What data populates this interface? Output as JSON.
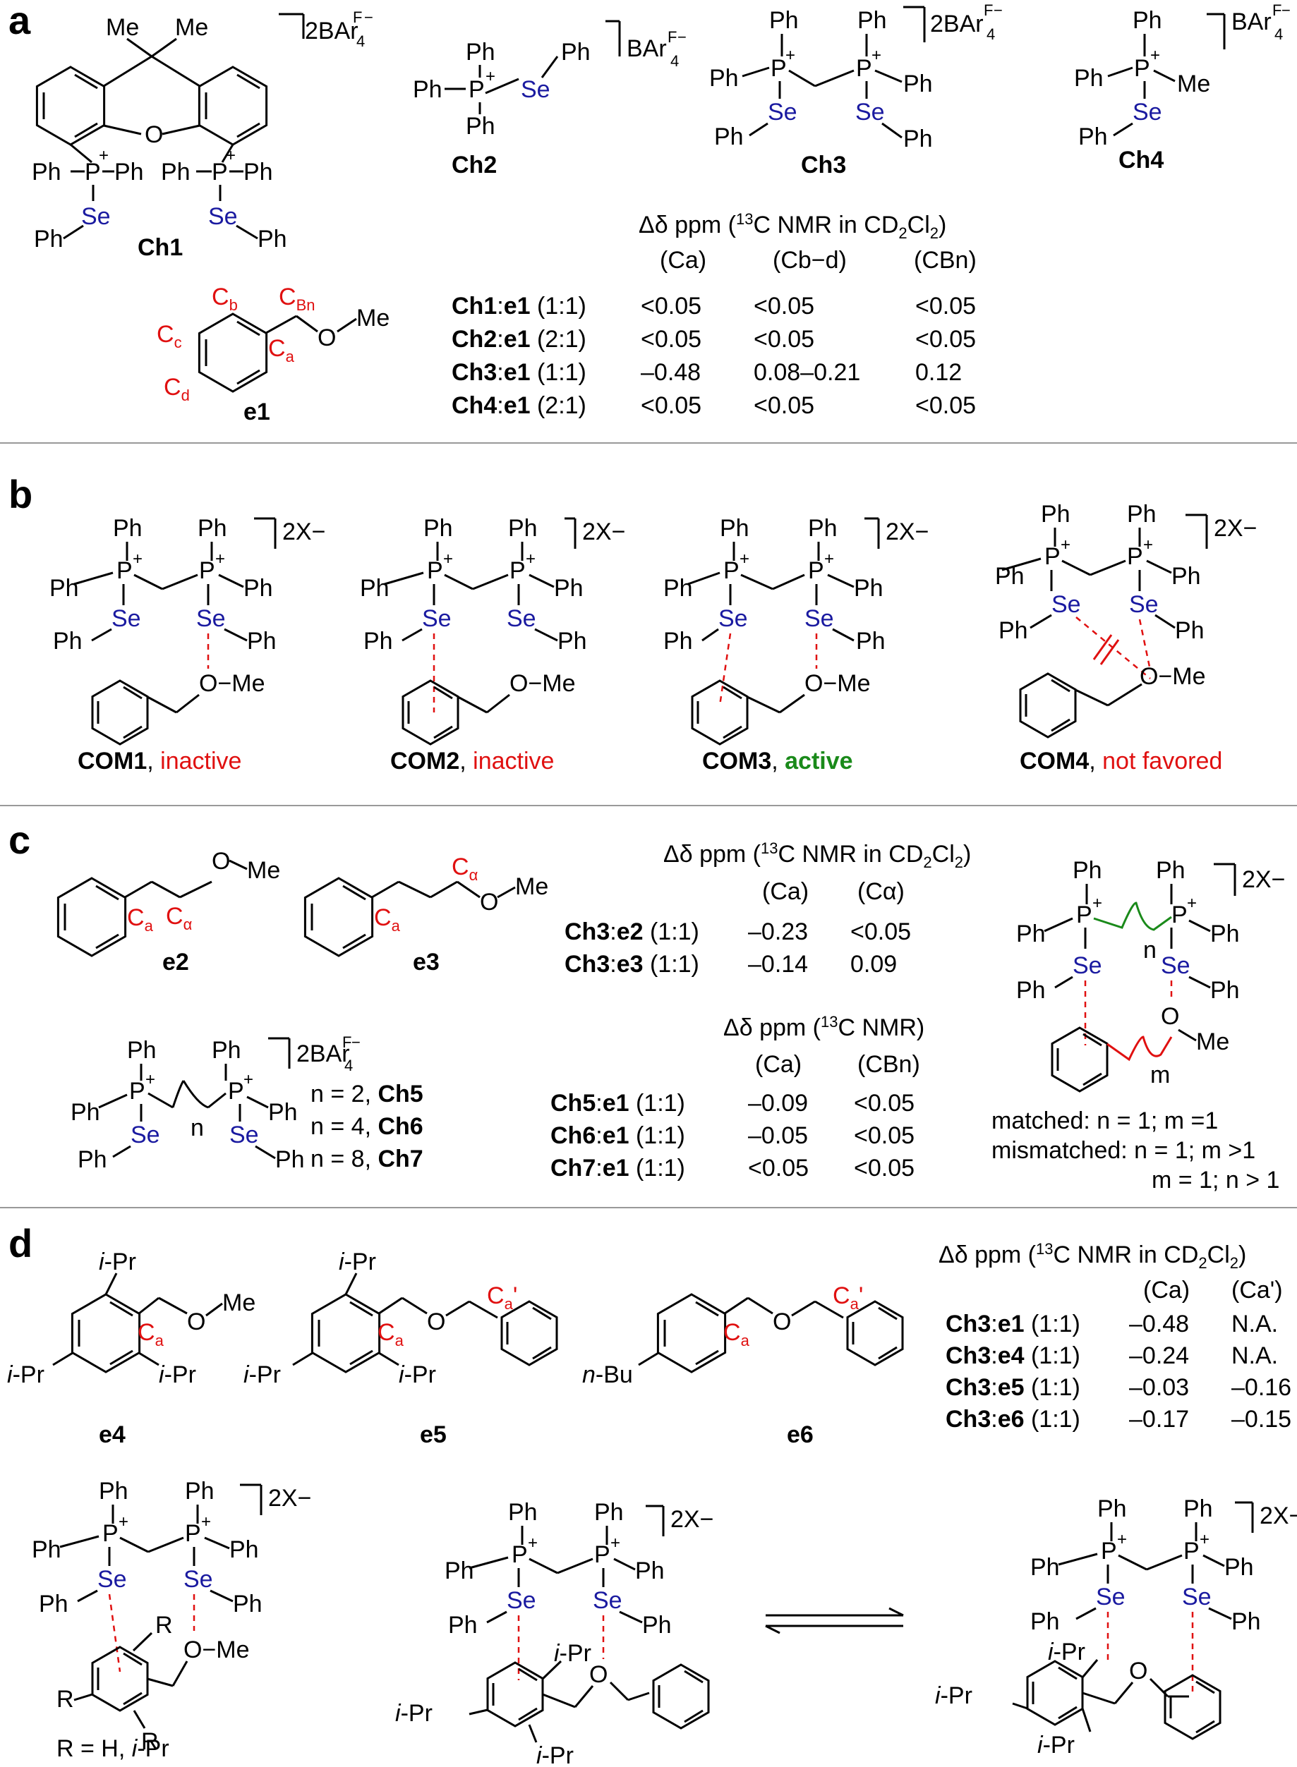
{
  "panels": {
    "a": "a",
    "b": "b",
    "c": "c",
    "d": "d"
  },
  "atoms": {
    "Ph": "Ph",
    "P": "P",
    "Se": "Se",
    "Me": "Me",
    "O": "O",
    "OMe": "O−Me",
    "plus": "+",
    "iPr_i": "i",
    "iPr_rest": "-Pr",
    "nBu_n": "n",
    "nBu_rest": "-Bu",
    "R": "R",
    "n": "n",
    "m": "m",
    "C": "C",
    "sub_b": "b",
    "sub_Bn": "Bn",
    "sub_c": "c",
    "sub_a": "a",
    "sub_d": "d",
    "alpha": "α",
    "prime": "'"
  },
  "counterions": {
    "two_barf": "2BAr",
    "barf": "BAr",
    "F": "F",
    "four": "4",
    "minus": "−",
    "two_x": "2X−"
  },
  "compound_labels": {
    "ch1": "Ch1",
    "ch2": "Ch2",
    "ch3": "Ch3",
    "ch4": "Ch4",
    "e1": "e1",
    "e2": "e2",
    "e3": "e3",
    "e4": "e4",
    "e5": "e5",
    "e6": "e6"
  },
  "table_a": {
    "title_prefix": "Δδ ppm (",
    "title_sup": "13",
    "title_mid": "C NMR in CD",
    "title_sub": "2",
    "title_cl": "Cl",
    "title_end": ")",
    "cols": [
      "(Ca)",
      "(Cb−d)",
      "(CBn)"
    ],
    "rows": [
      {
        "pair_ch": "Ch1",
        "pair_e": "e1",
        "ratio": "(1:1)",
        "ca": "<0.05",
        "cbd": "<0.05",
        "cbn": "<0.05"
      },
      {
        "pair_ch": "Ch2",
        "pair_e": "e1",
        "ratio": "(2:1)",
        "ca": "<0.05",
        "cbd": "<0.05",
        "cbn": "<0.05"
      },
      {
        "pair_ch": "Ch3",
        "pair_e": "e1",
        "ratio": "(1:1)",
        "ca": "–0.48",
        "cbd": "0.08–0.21",
        "cbn": "0.12"
      },
      {
        "pair_ch": "Ch4",
        "pair_e": "e1",
        "ratio": "(2:1)",
        "ca": "<0.05",
        "cbd": "<0.05",
        "cbn": "<0.05"
      }
    ]
  },
  "panel_b": {
    "com": [
      {
        "name": "COM1",
        "sep": ", ",
        "status": "inactive",
        "color": "#e01010"
      },
      {
        "name": "COM2",
        "sep": ", ",
        "status": "inactive",
        "color": "#e01010"
      },
      {
        "name": "COM3",
        "sep": ", ",
        "status": "active",
        "color": "#1a8a1a"
      },
      {
        "name": "COM4",
        "sep": ", ",
        "status": "not favored",
        "color": "#e01010"
      }
    ]
  },
  "table_c1": {
    "cols": [
      "(Ca)",
      "(Cα)"
    ],
    "rows": [
      {
        "pair_ch": "Ch3",
        "pair_e": "e2",
        "ratio": "(1:1)",
        "ca": "–0.23",
        "calpha": "<0.05"
      },
      {
        "pair_ch": "Ch3",
        "pair_e": "e3",
        "ratio": "(1:1)",
        "ca": "–0.14",
        "calpha": "0.09"
      }
    ]
  },
  "table_c2": {
    "title_prefix": "Δδ ppm (",
    "title_sup": "13",
    "title_mid": "C NMR)",
    "cols": [
      "(Ca)",
      "(CBn)"
    ],
    "rows": [
      {
        "pair_ch": "Ch5",
        "pair_e": "e1",
        "ratio": "(1:1)",
        "ca": "–0.09",
        "cbn": "<0.05"
      },
      {
        "pair_ch": "Ch6",
        "pair_e": "e1",
        "ratio": "(1:1)",
        "ca": "–0.05",
        "cbn": "<0.05"
      },
      {
        "pair_ch": "Ch7",
        "pair_e": "e1",
        "ratio": "(1:1)",
        "ca": "<0.05",
        "cbn": "<0.05"
      }
    ]
  },
  "chain_series": [
    {
      "n_text": "n = 2, ",
      "ch": "Ch5"
    },
    {
      "n_text": "n = 4, ",
      "ch": "Ch6"
    },
    {
      "n_text": "n = 8, ",
      "ch": "Ch7"
    }
  ],
  "matching": {
    "matched": "matched: n = 1; m =1",
    "mismatched": "mismatched:  n = 1; m >1",
    "mismatched2": "m = 1; n > 1"
  },
  "table_d": {
    "cols": [
      "(Ca)",
      "(Ca')"
    ],
    "rows": [
      {
        "pair_ch": "Ch3",
        "pair_e": "e1",
        "ratio": "(1:1)",
        "ca": "–0.48",
        "caprime": "N.A."
      },
      {
        "pair_ch": "Ch3",
        "pair_e": "e4",
        "ratio": "(1:1)",
        "ca": "–0.24",
        "caprime": "N.A."
      },
      {
        "pair_ch": "Ch3",
        "pair_e": "e5",
        "ratio": "(1:1)",
        "ca": "–0.03",
        "caprime": "–0.16"
      },
      {
        "pair_ch": "Ch3",
        "pair_e": "e6",
        "ratio": "(1:1)",
        "ca": "–0.17",
        "caprime": "–0.15"
      }
    ]
  },
  "r_def": "R = H, ",
  "colors": {
    "highlight": "#e01010",
    "selenium": "#1a1aa0",
    "active": "#1a8a1a",
    "divider": "#999999"
  }
}
